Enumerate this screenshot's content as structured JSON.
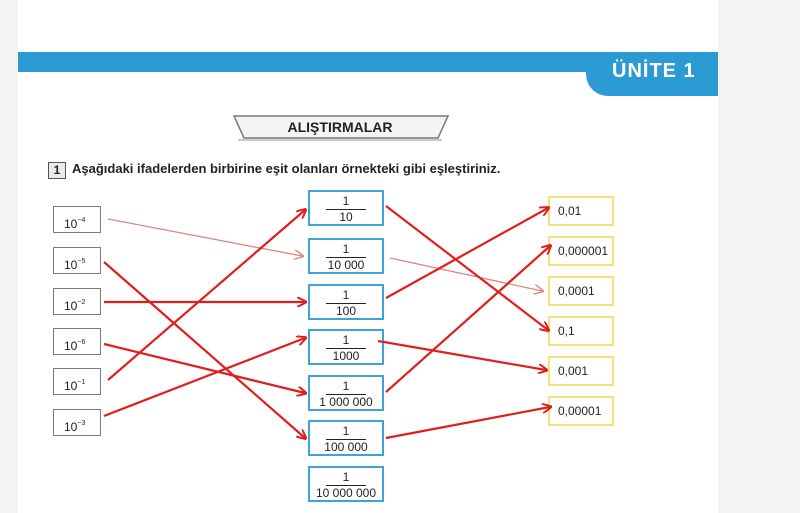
{
  "header": {
    "unit_label": "ÜNİTE 1",
    "band_color": "#2c9bd4"
  },
  "section": {
    "title": "ALIŞTIRMALAR"
  },
  "question": {
    "number": "1",
    "instruction": "Aşağıdaki ifadelerden birbirine eşit olanları örnekteki gibi eşleştiriniz."
  },
  "powers": [
    {
      "base": "10",
      "exp": "−4"
    },
    {
      "base": "10",
      "exp": "−5"
    },
    {
      "base": "10",
      "exp": "−2"
    },
    {
      "base": "10",
      "exp": "−6"
    },
    {
      "base": "10",
      "exp": "−1"
    },
    {
      "base": "10",
      "exp": "−3"
    }
  ],
  "fractions": [
    {
      "num": "1",
      "den": "10"
    },
    {
      "num": "1",
      "den": "10 000"
    },
    {
      "num": "1",
      "den": "100"
    },
    {
      "num": "1",
      "den": "1000"
    },
    {
      "num": "1",
      "den": "1 000 000"
    },
    {
      "num": "1",
      "den": "100 000"
    },
    {
      "num": "1",
      "den": "10 000 000"
    }
  ],
  "decimals": [
    "0,01",
    "0,000001",
    "0,0001",
    "0,1",
    "0,001",
    "0,00001"
  ],
  "colors": {
    "example_arrow": "#d98a7c",
    "student_arrow": "#e01e1e",
    "fraction_border": "#3ea4d8",
    "decimal_border": "#f1e27a"
  }
}
